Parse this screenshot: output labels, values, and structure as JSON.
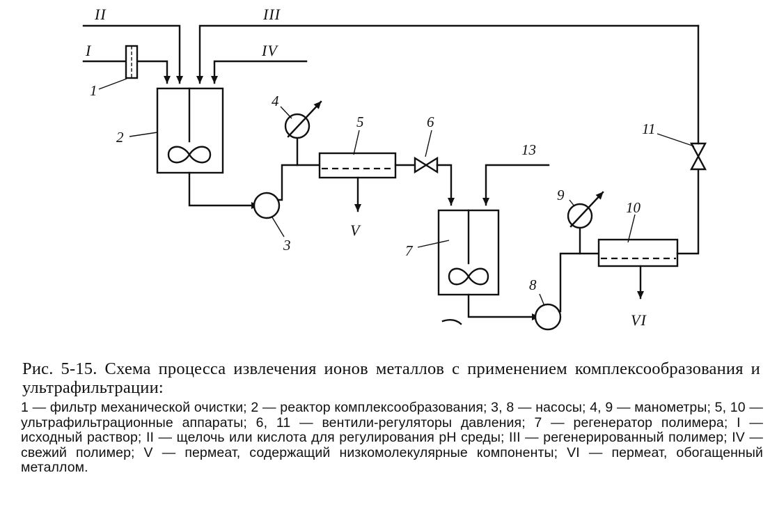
{
  "labels": {
    "n1": "1",
    "n2": "2",
    "n3": "3",
    "n4": "4",
    "n5": "5",
    "n6": "6",
    "n7": "7",
    "n8": "8",
    "n9": "9",
    "n10": "10",
    "n11": "11",
    "n13": "13"
  },
  "streams": {
    "I": "I",
    "II": "II",
    "III": "III",
    "IV": "IV",
    "V": "V",
    "VI": "VI"
  },
  "caption": {
    "title": "Рис. 5-15. Схема процесса извлечения ионов металлов с применением комплексообразования и ультрафильтрации:",
    "legend": "1 — фильтр механической очистки; 2 — реактор комплексообразования; 3, 8 — насосы; 4, 9 — манометры; 5, 10 — ультрафильтрационные аппараты; 6, 11 — вентили-регуляторы давления; 7 — регенератор полимера; I — исходный раствор; II — щелочь или кислота для регулирования pH среды; III — регенерированный полимер; IV — свежий полимер; V — пермеат, содержащий низкомолекулярные компоненты; VI — пермеат, обогащенный металлом."
  }
}
